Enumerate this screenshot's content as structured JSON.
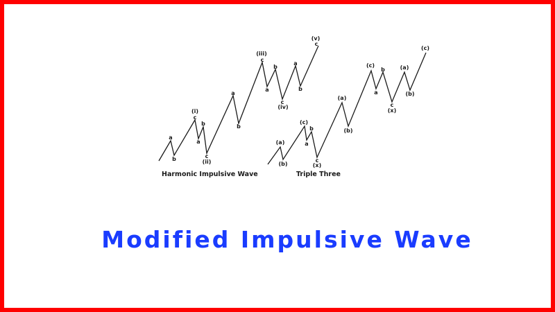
{
  "title": "Modified Impulsive Wave",
  "colors": {
    "frame": "#ff0000",
    "title": "#1a3cff",
    "line": "#1a1a1a",
    "background": "#ffffff"
  },
  "left_wave": {
    "caption": "Harmonic Impulsive Wave",
    "labels": [
      "a",
      "b",
      "(i)",
      "c",
      "a",
      "b",
      "c",
      "(ii)",
      "a",
      "b",
      "(iii)",
      "c",
      "a",
      "b",
      "c",
      "(iv)",
      "a",
      "b",
      "(v)",
      "c"
    ]
  },
  "right_wave": {
    "caption": "Triple Three",
    "labels": [
      "(a)",
      "(b)",
      "(c)",
      "a",
      "b",
      "c",
      "(x)",
      "(a)",
      "(b)",
      "(c)",
      "a",
      "b",
      "c",
      "(x)",
      "(a)",
      "(b)",
      "(c)"
    ]
  }
}
